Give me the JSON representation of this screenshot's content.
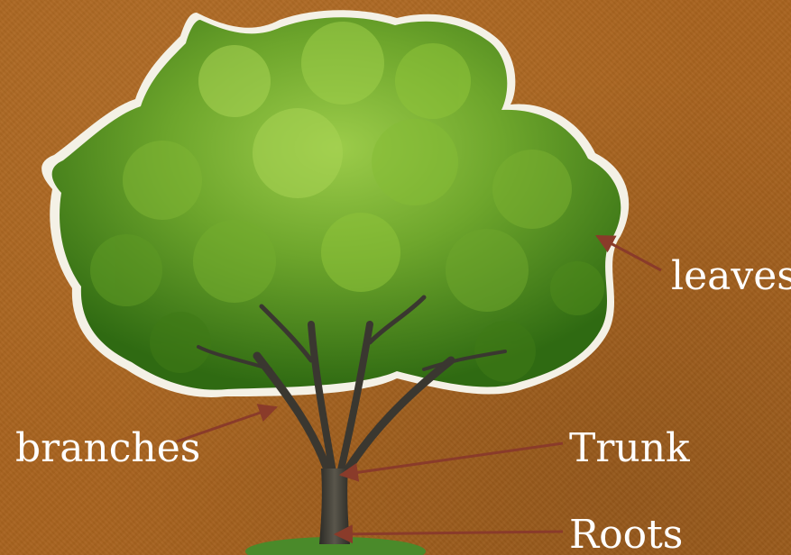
{
  "labels": {
    "leaves": "leaves",
    "branches": "branches",
    "trunk": "Trunk",
    "roots": "Roots"
  },
  "colors": {
    "background": "#a8631f",
    "label_text": "#ffffff",
    "arrow": "#8a3b2a",
    "foliage_dark": "#2f6a12",
    "foliage_light": "#8fc43a",
    "trunk": "#3c3a33",
    "grass": "#4a8a2a"
  },
  "icons": [
    "tree-illustration",
    "arrow-icon"
  ]
}
